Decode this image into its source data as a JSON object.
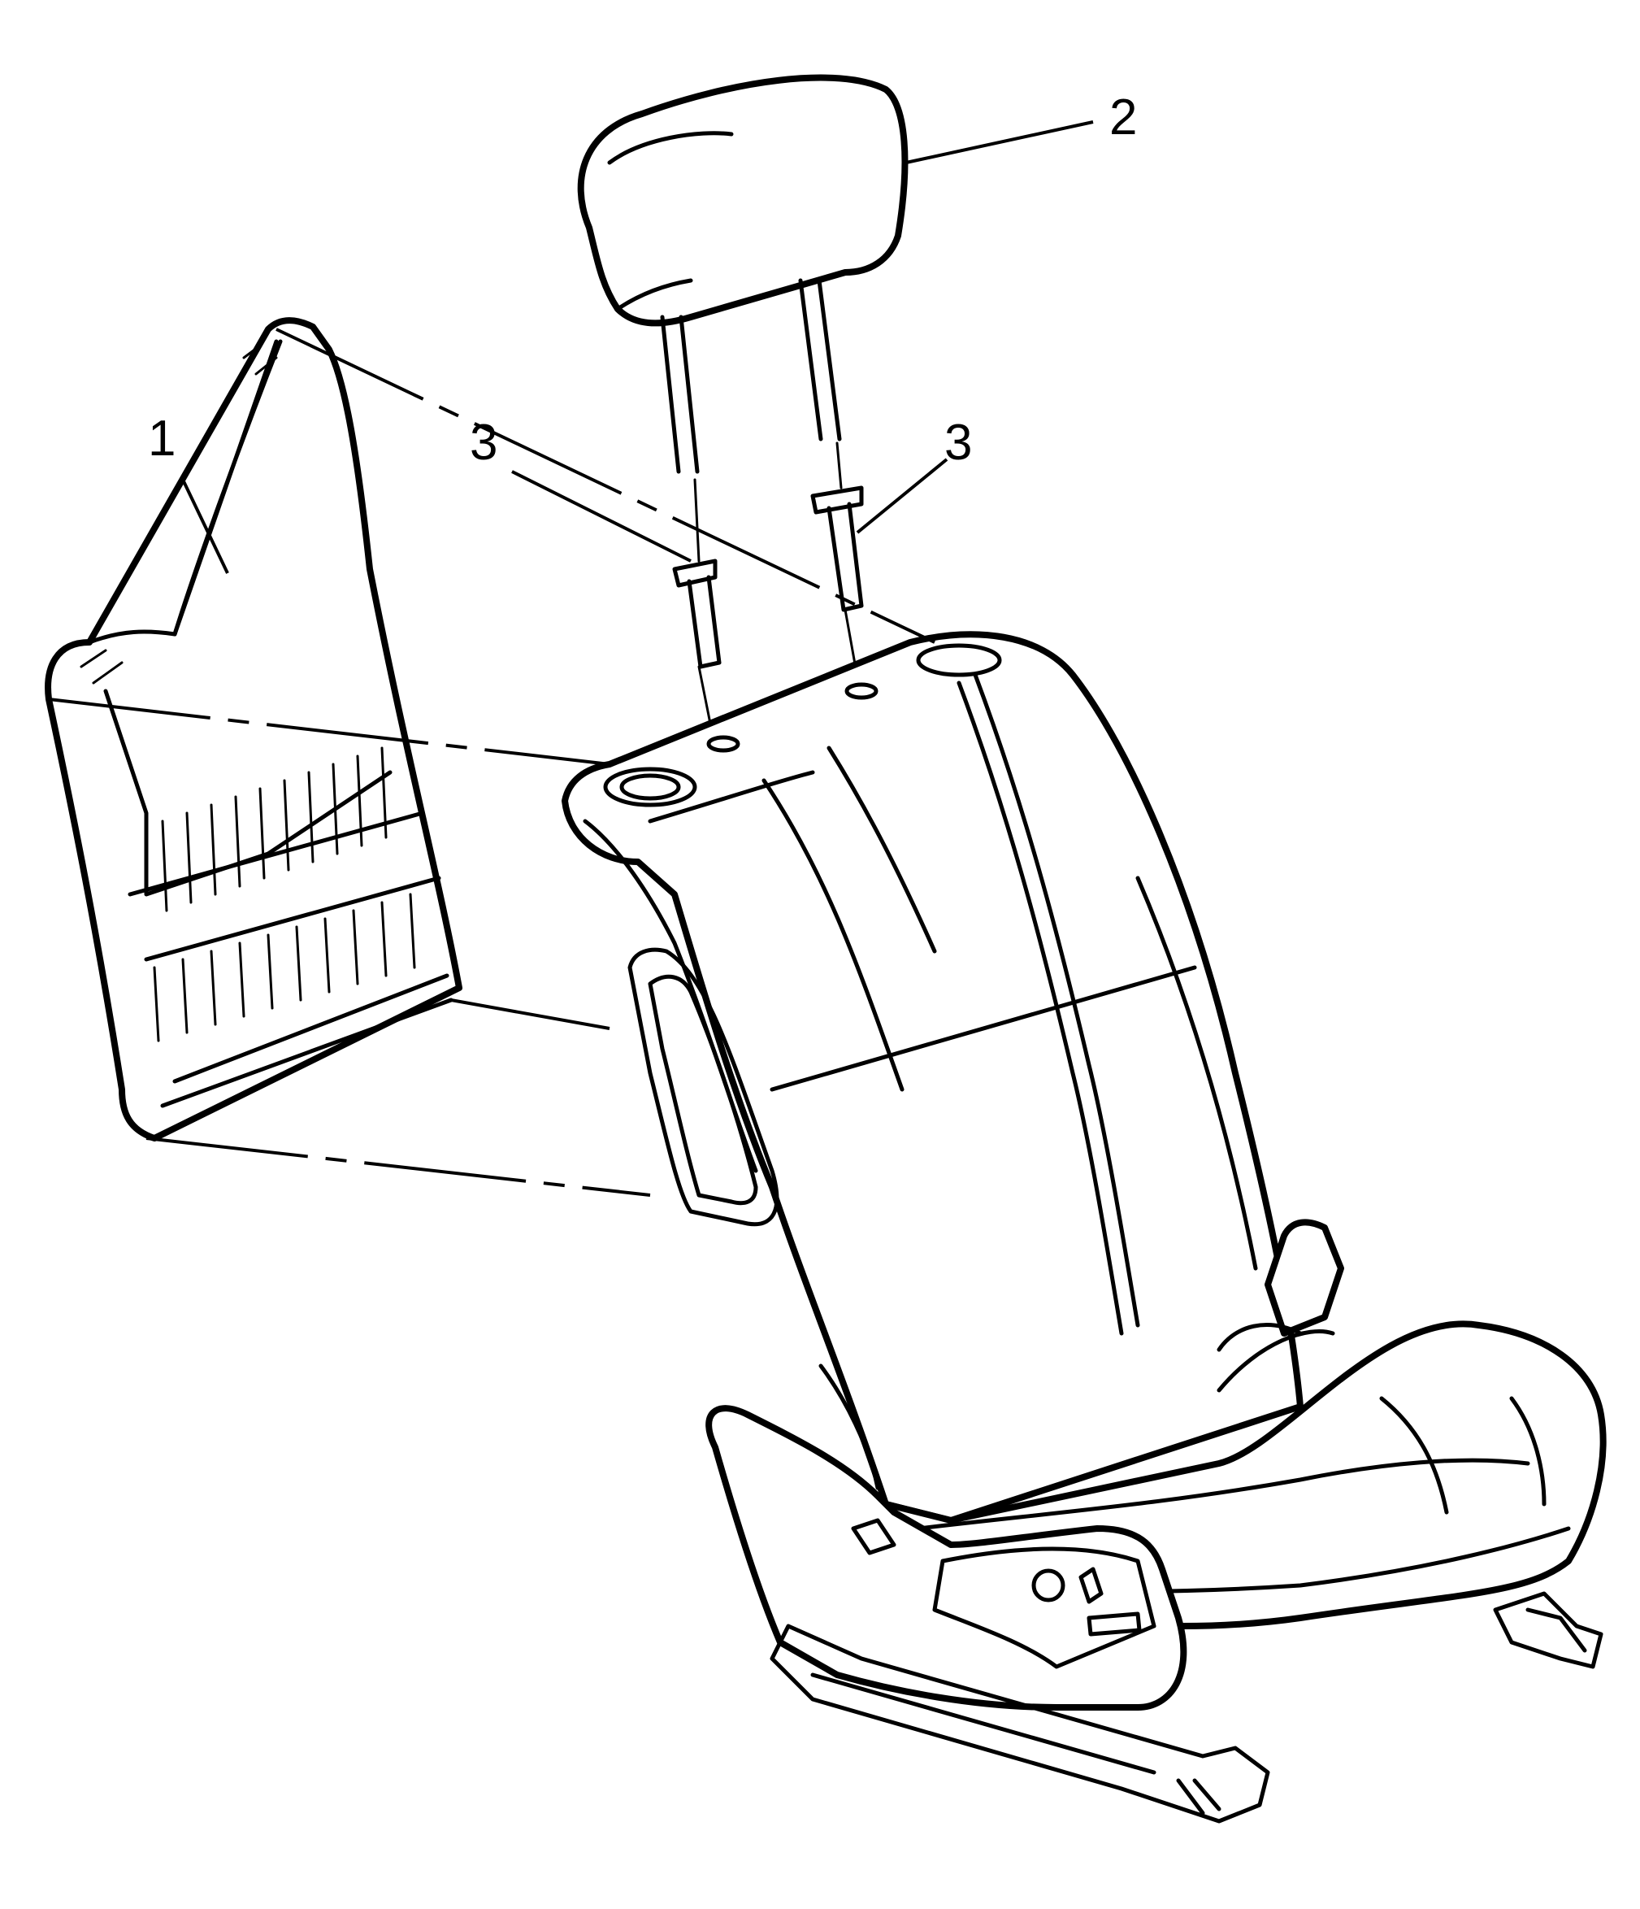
{
  "callouts": [
    {
      "id": "1",
      "text": "1"
    },
    {
      "id": "2",
      "text": "2"
    },
    {
      "id": "3a",
      "text": "3"
    },
    {
      "id": "3b",
      "text": "3"
    }
  ]
}
